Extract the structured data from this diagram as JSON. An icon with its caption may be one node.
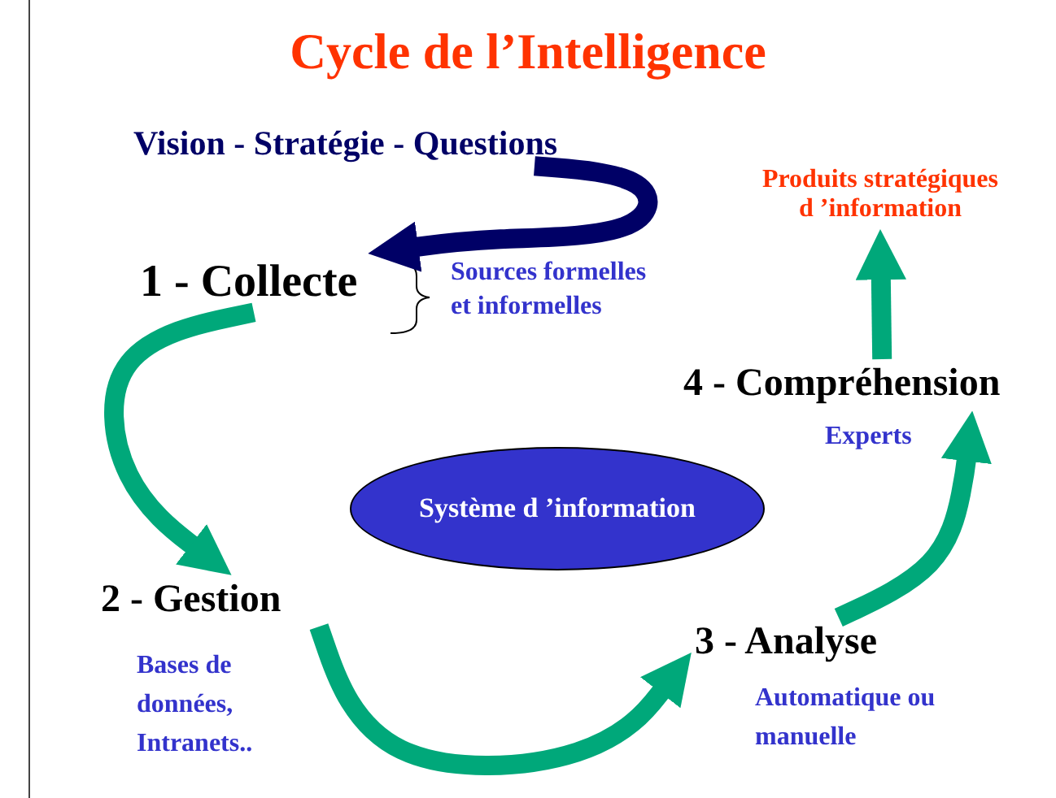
{
  "diagram": {
    "title": "Cycle de l’Intelligence",
    "nodes": [
      {
        "text": [
          "Vision - Stratégie - Questions"
        ]
      },
      {
        "text": [
          "1 - Collecte"
        ],
        "beside": [
          "Sources formelles et informelles"
        ]
      },
      {
        "text": [
          "2 - Gestion"
        ],
        "beside": [
          "Bases de données, Intranets.."
        ]
      },
      {
        "text": [
          "3 - Analyse"
        ],
        "beside": [
          "Automatique ou manuelle"
        ]
      },
      {
        "text": [
          "4 - Compréhension"
        ],
        "beside": [
          "Experts"
        ]
      },
      {
        "text": [
          "Produits stratégiques d ’information"
        ]
      },
      {
        "text": [
          "Système d ’information"
        ]
      }
    ],
    "edges": [
      {
        "from": 0,
        "to": 1,
        "arrow": "to",
        "color": "#000066"
      },
      {
        "from": 1,
        "to": 2,
        "arrow": "to"
      },
      {
        "from": 2,
        "to": 3,
        "arrow": "to"
      },
      {
        "from": 3,
        "to": 4,
        "arrow": "to"
      },
      {
        "from": 4,
        "to": 5,
        "arrow": "to"
      }
    ]
  }
}
